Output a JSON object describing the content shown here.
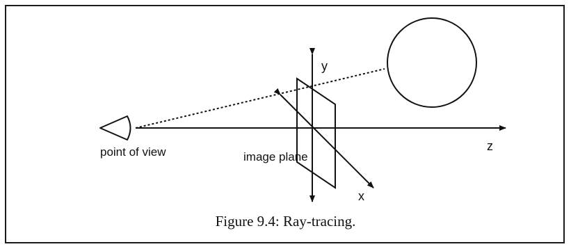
{
  "figure": {
    "labels": {
      "point_of_view": "point of view",
      "image_plane": "image plane",
      "axis_x": "x",
      "axis_y": "y",
      "axis_z": "z"
    },
    "caption": "Figure 9.4: Ray-tracing."
  }
}
